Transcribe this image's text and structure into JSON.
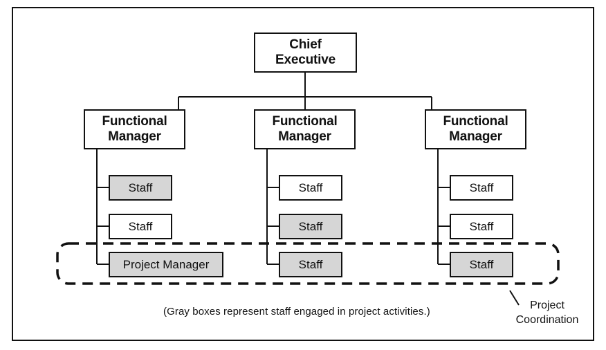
{
  "chief": {
    "label": "Chief\nExecutive"
  },
  "columns": [
    {
      "manager": "Functional\nManager",
      "staff": [
        {
          "label": "Staff",
          "gray": true
        },
        {
          "label": "Staff",
          "gray": false
        },
        {
          "label": "Project Manager",
          "gray": true
        }
      ]
    },
    {
      "manager": "Functional\nManager",
      "staff": [
        {
          "label": "Staff",
          "gray": false
        },
        {
          "label": "Staff",
          "gray": true
        },
        {
          "label": "Staff",
          "gray": true
        }
      ]
    },
    {
      "manager": "Functional\nManager",
      "staff": [
        {
          "label": "Staff",
          "gray": false
        },
        {
          "label": "Staff",
          "gray": false
        },
        {
          "label": "Staff",
          "gray": true
        }
      ]
    }
  ],
  "note": "(Gray boxes represent staff engaged in project activities.)",
  "coordination_label": "Project\nCoordination",
  "colors": {
    "gray_box": "#d6d6d6",
    "line": "#111111"
  }
}
